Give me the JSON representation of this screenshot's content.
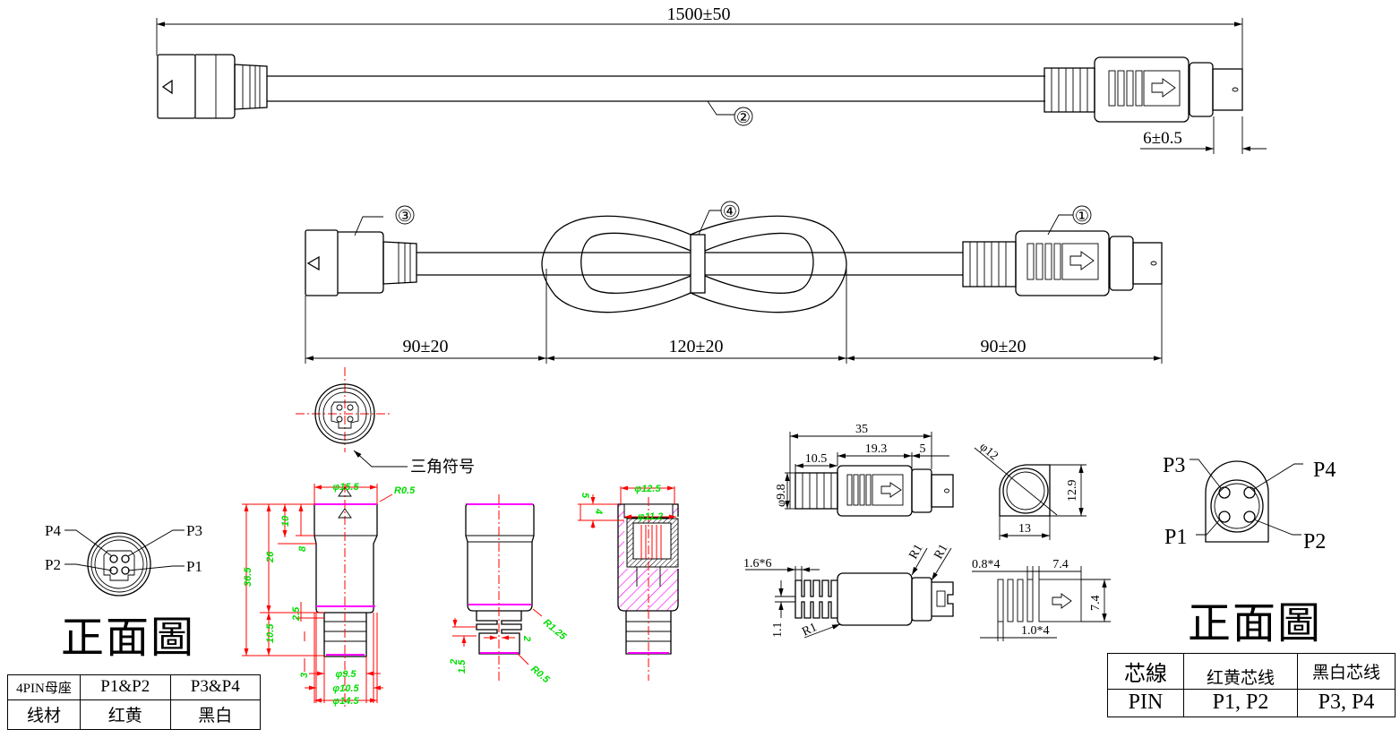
{
  "top_view": {
    "overall_length": "1500±50",
    "tip_length": "6±0.5",
    "callout_cable": "②"
  },
  "bundled_view": {
    "callout_female": "③",
    "callout_tie": "④",
    "callout_male": "①",
    "dim_left": "90±20",
    "dim_middle": "120±20",
    "dim_right": "90±20"
  },
  "female_front": {
    "pins": [
      "P4",
      "P3",
      "P2",
      "P1"
    ],
    "title": "正面圖",
    "triangle_note": "三角符号"
  },
  "female_dims": {
    "d_top": "φ15.5",
    "r_top": "R0.5",
    "h_10": "10",
    "h_8": "8",
    "h_26": "26",
    "h_36_5": "36.5",
    "h_10_5": "10.5",
    "h_2_5": "2.5",
    "h_3": "3",
    "d_9_5": "φ9.5",
    "d_10_5": "φ10.5",
    "d_14_5": "φ14.5",
    "r_1_25": "R1.25",
    "r_0_5b": "R0.5",
    "g_2": "2",
    "g_1_5": "1.5",
    "g_2b": "2",
    "d_12_5": "φ12.5",
    "d_11_2": "φ11.2",
    "s_5": "5",
    "s_4": "4"
  },
  "male_dims": {
    "l_35": "35",
    "l_10_5": "10.5",
    "l_19_3": "19.3",
    "l_5": "5",
    "d_9_8": "φ9.8",
    "d_12": "φ12",
    "h_12_9": "12.9",
    "w_13": "13",
    "rib": "1.6*6",
    "h_1_1": "1.1",
    "r1a": "R1",
    "r1b": "R1",
    "r1c": "R1",
    "slot": "0.8*4",
    "sq": "7.4",
    "sqh": "7.4",
    "pitch": "1.0*4"
  },
  "male_front": {
    "pins": [
      "P3",
      "P4",
      "P1",
      "P2"
    ],
    "title": "正面圖"
  },
  "left_table": {
    "rows": [
      [
        "4PIN母座",
        "P1&P2",
        "P3&P4"
      ],
      [
        "线材",
        "红黄",
        "黑白"
      ]
    ]
  },
  "right_table": {
    "rows": [
      [
        "芯線",
        "红黄芯线",
        "黑白芯线"
      ],
      [
        "PIN",
        "P1, P2",
        "P3, P4"
      ]
    ]
  },
  "colors": {
    "line": "#000000",
    "center": "#ff0000",
    "dim_text": "#00dd00",
    "hatch": "#ff00ff"
  }
}
